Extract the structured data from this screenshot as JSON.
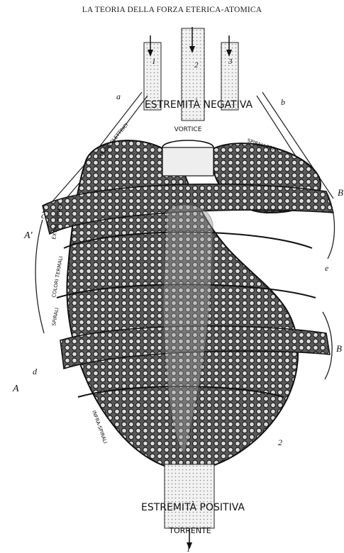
{
  "title": "LA TEORIA DELLA FORZA ETERICA-ATOMICA",
  "labels": {
    "negative_end": "ESTREMITÀ NEGATIVA",
    "positive_end": "ESTREMITÀ POSITIVA",
    "vortex": "VORTICE",
    "torrent": "TORRENTE",
    "thermal_colors_left": "COLORI TERMALI",
    "thermal_colors_top": "COLORI ELETTRICI",
    "spirals": "SPIRALI",
    "extra_spirals": "EXTRA-SPIRALI",
    "infra_spirals": "INFRA-SPIRALI",
    "spiral_per": "SPIRALI PER"
  },
  "markers": {
    "stream_1": "1",
    "stream_2": "2",
    "stream_3": "3",
    "A": "A",
    "A_prime": "A'",
    "B": "B",
    "a": "a",
    "b": "b",
    "c": "c",
    "d": "d",
    "e": "e",
    "num_2": "2",
    "bottom_1": "1"
  },
  "colors": {
    "ink": "#1b1b1b",
    "paper": "#ffffff",
    "coil_fill": "#4a4a4a",
    "coil_light": "#d6d6d6"
  }
}
